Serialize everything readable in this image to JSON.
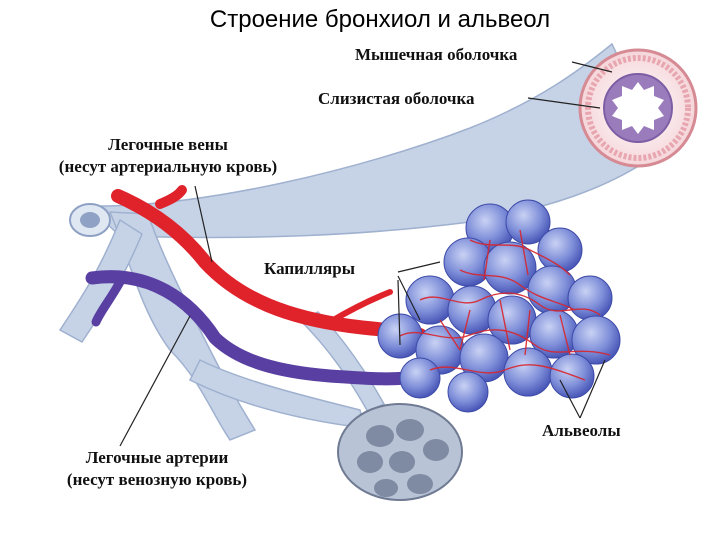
{
  "title": "Строение бронхиол и альвеол",
  "labels": {
    "muscular": "Мышечная оболочка",
    "mucous": "Слизистая оболочка",
    "veins_1": "Легочные вены",
    "veins_2": "(несут артериальную кровь)",
    "capillaries": "Капилляры",
    "alveoli": "Альвеолы",
    "arteries_1": "Легочные артерии",
    "arteries_2": "(несут венозную кровь)"
  },
  "colors": {
    "bronchiole": "#c4d2e6",
    "artery_red": "#e0232b",
    "vein_purple": "#5a3fa3",
    "alveolus_blue": "#6a7fd0",
    "mucosa": "#8a6bb0",
    "wall_pink": "#f0b0b6"
  }
}
